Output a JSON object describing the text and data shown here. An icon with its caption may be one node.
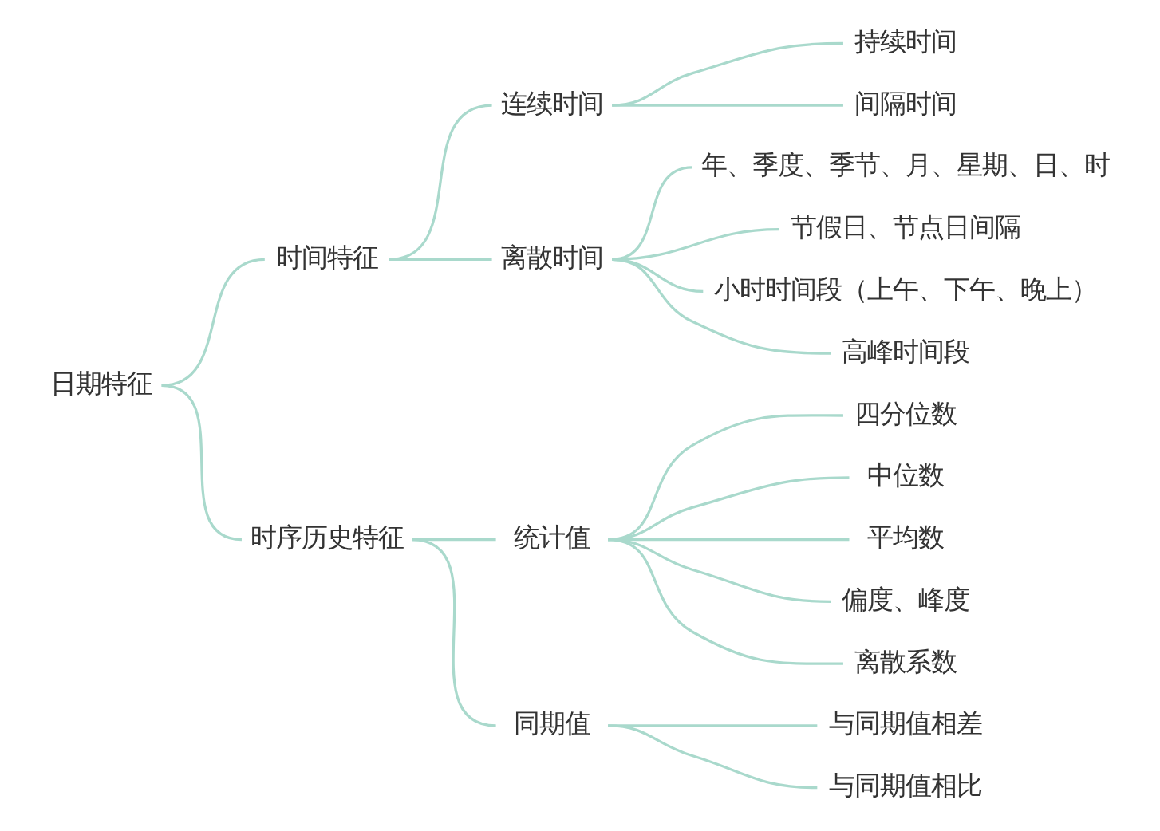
{
  "diagram": {
    "nodes": [
      {
        "text": [
          "日期特征"
        ]
      },
      {
        "text": [
          "时间特征"
        ]
      },
      {
        "text": [
          "连续时间"
        ]
      },
      {
        "text": [
          "持续时间"
        ]
      },
      {
        "text": [
          "间隔时间"
        ]
      },
      {
        "text": [
          "离散时间"
        ]
      },
      {
        "text": [
          "年、季度、季节、月、星期、日、时"
        ]
      },
      {
        "text": [
          "节假日、节点日间隔"
        ]
      },
      {
        "text": [
          "小时时间段（上午、下午、晚上）"
        ]
      },
      {
        "text": [
          "高峰时间段"
        ]
      },
      {
        "text": [
          "时序历史特征"
        ]
      },
      {
        "text": [
          "统计值"
        ]
      },
      {
        "text": [
          "四分位数"
        ]
      },
      {
        "text": [
          "中位数"
        ]
      },
      {
        "text": [
          "平均数"
        ]
      },
      {
        "text": [
          "偏度、峰度"
        ]
      },
      {
        "text": [
          "离散系数"
        ]
      },
      {
        "text": [
          "同期值"
        ]
      },
      {
        "text": [
          "与同期值相差"
        ]
      },
      {
        "text": [
          "与同期值相比"
        ]
      }
    ],
    "edges": [
      {
        "from": 0,
        "to": 1,
        "arrow": "none"
      },
      {
        "from": 0,
        "to": 10,
        "arrow": "none"
      },
      {
        "from": 1,
        "to": 2,
        "arrow": "none"
      },
      {
        "from": 1,
        "to": 5,
        "arrow": "none"
      },
      {
        "from": 2,
        "to": 3,
        "arrow": "none"
      },
      {
        "from": 2,
        "to": 4,
        "arrow": "none"
      },
      {
        "from": 5,
        "to": 6,
        "arrow": "none"
      },
      {
        "from": 5,
        "to": 7,
        "arrow": "none"
      },
      {
        "from": 5,
        "to": 8,
        "arrow": "none"
      },
      {
        "from": 5,
        "to": 9,
        "arrow": "none"
      },
      {
        "from": 10,
        "to": 11,
        "arrow": "none"
      },
      {
        "from": 10,
        "to": 17,
        "arrow": "none"
      },
      {
        "from": 11,
        "to": 12,
        "arrow": "none"
      },
      {
        "from": 11,
        "to": 13,
        "arrow": "none"
      },
      {
        "from": 11,
        "to": 14,
        "arrow": "none"
      },
      {
        "from": 11,
        "to": 15,
        "arrow": "none"
      },
      {
        "from": 11,
        "to": 16,
        "arrow": "none"
      },
      {
        "from": 17,
        "to": 18,
        "arrow": "none"
      },
      {
        "from": 17,
        "to": 19,
        "arrow": "none"
      }
    ]
  }
}
